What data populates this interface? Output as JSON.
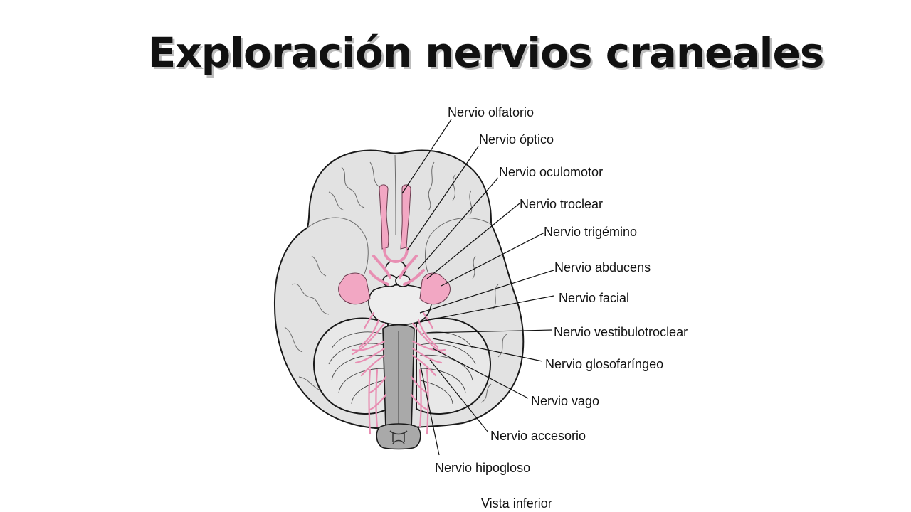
{
  "title": "Exploración nervios craneales",
  "caption": "Vista inferior",
  "labels": [
    "Nervio olfatorio",
    "Nervio óptico",
    "Nervio oculomotor",
    "Nervio troclear",
    "Nervio trigémino",
    "Nervio abducens",
    "Nervio facial",
    "Nervio vestibulotroclear",
    "Nervio glosofaríngeo",
    "Nervio vago",
    "Nervio accesorio",
    "Nervio hipogloso"
  ],
  "colors": {
    "nerve": "#f2a7c3",
    "brain": "#e2e2e2",
    "brainstem": "#a9a9a9"
  }
}
